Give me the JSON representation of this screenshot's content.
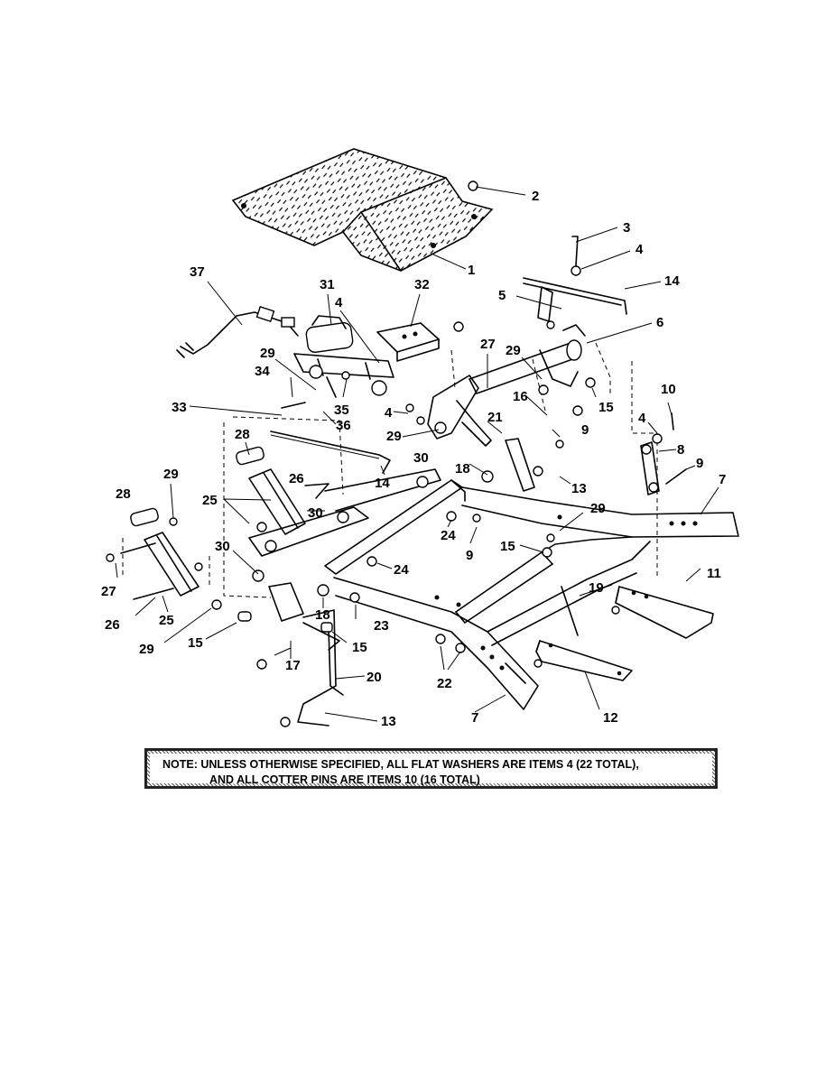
{
  "diagram": {
    "callouts": [
      {
        "id": "c1",
        "text": "1"
      },
      {
        "id": "c2",
        "text": "2"
      },
      {
        "id": "c3",
        "text": "3"
      },
      {
        "id": "c4a",
        "text": "4"
      },
      {
        "id": "c14a",
        "text": "14"
      },
      {
        "id": "c5",
        "text": "5"
      },
      {
        "id": "c6",
        "text": "6"
      },
      {
        "id": "c37",
        "text": "37"
      },
      {
        "id": "c31",
        "text": "31"
      },
      {
        "id": "c32",
        "text": "32"
      },
      {
        "id": "c4b",
        "text": "4"
      },
      {
        "id": "c27a",
        "text": "27"
      },
      {
        "id": "c29a",
        "text": "29"
      },
      {
        "id": "c29b",
        "text": "29"
      },
      {
        "id": "c34",
        "text": "34"
      },
      {
        "id": "c35",
        "text": "35"
      },
      {
        "id": "c36",
        "text": "36"
      },
      {
        "id": "c4c",
        "text": "4"
      },
      {
        "id": "c33",
        "text": "33"
      },
      {
        "id": "c29c",
        "text": "29"
      },
      {
        "id": "c16",
        "text": "16"
      },
      {
        "id": "c15a",
        "text": "15"
      },
      {
        "id": "c10",
        "text": "10"
      },
      {
        "id": "c4d",
        "text": "4"
      },
      {
        "id": "c21",
        "text": "21"
      },
      {
        "id": "c9a",
        "text": "9"
      },
      {
        "id": "c8",
        "text": "8"
      },
      {
        "id": "c9b",
        "text": "9"
      },
      {
        "id": "c28a",
        "text": "28"
      },
      {
        "id": "c30a",
        "text": "30"
      },
      {
        "id": "c18a",
        "text": "18"
      },
      {
        "id": "c13a",
        "text": "13"
      },
      {
        "id": "c14b",
        "text": "14"
      },
      {
        "id": "c7a",
        "text": "7"
      },
      {
        "id": "c26a",
        "text": "26"
      },
      {
        "id": "c29d",
        "text": "29"
      },
      {
        "id": "c25a",
        "text": "25"
      },
      {
        "id": "c28b",
        "text": "28"
      },
      {
        "id": "c30b",
        "text": "30"
      },
      {
        "id": "c24a",
        "text": "24"
      },
      {
        "id": "c29e",
        "text": "29"
      },
      {
        "id": "c9c",
        "text": "9"
      },
      {
        "id": "c15b",
        "text": "15"
      },
      {
        "id": "c30c",
        "text": "30"
      },
      {
        "id": "c24b",
        "text": "24"
      },
      {
        "id": "c11",
        "text": "11"
      },
      {
        "id": "c27b",
        "text": "27"
      },
      {
        "id": "c19",
        "text": "19"
      },
      {
        "id": "c26b",
        "text": "26"
      },
      {
        "id": "c25b",
        "text": "25"
      },
      {
        "id": "c18b",
        "text": "18"
      },
      {
        "id": "c23",
        "text": "23"
      },
      {
        "id": "c29f",
        "text": "29"
      },
      {
        "id": "c15c",
        "text": "15"
      },
      {
        "id": "c15d",
        "text": "15"
      },
      {
        "id": "c17",
        "text": "17"
      },
      {
        "id": "c20",
        "text": "20"
      },
      {
        "id": "c22",
        "text": "22"
      },
      {
        "id": "c12",
        "text": "12"
      },
      {
        "id": "c13b",
        "text": "13"
      },
      {
        "id": "c7b",
        "text": "7"
      }
    ]
  },
  "note": {
    "line1": "NOTE:  UNLESS OTHERWISE SPECIFIED, ALL FLAT WASHERS ARE ITEMS 4 (22 TOTAL),",
    "line2": "AND ALL COTTER PINS ARE ITEMS 10 (16 TOTAL)"
  }
}
